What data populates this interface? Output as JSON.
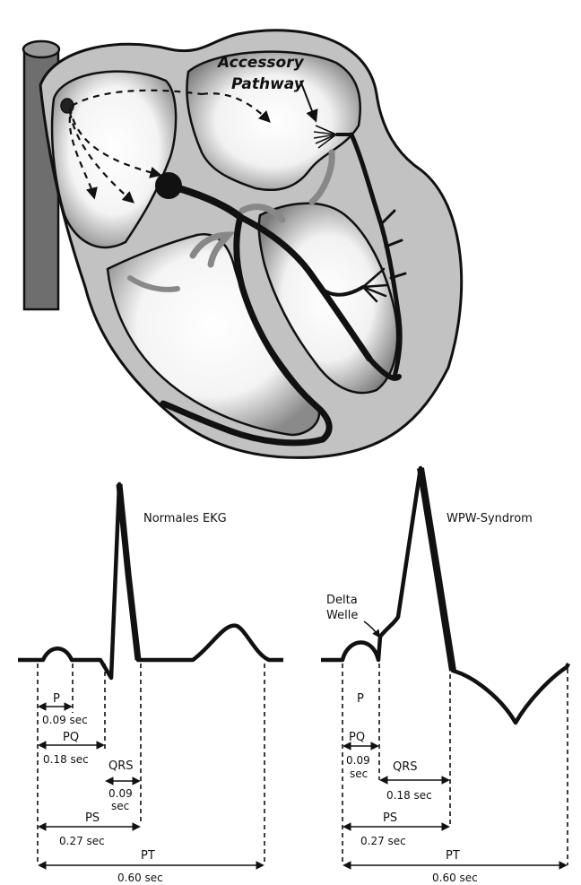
{
  "heart": {
    "accessory_label_line1": "Accessory",
    "accessory_label_line2": "Pathway"
  },
  "ekg_normal": {
    "title": "Normales EKG",
    "p": "P",
    "p_dur": "0.09 sec",
    "pq": "PQ",
    "pq_dur": "0.18 sec",
    "qrs": "QRS",
    "qrs_dur_1": "0.09",
    "qrs_dur_2": "sec",
    "ps": "PS",
    "ps_dur": "0.27 sec",
    "pt": "PT",
    "pt_dur": "0.60 sec"
  },
  "ekg_wpw": {
    "title": "WPW-Syndrom",
    "delta_1": "Delta",
    "delta_2": "Welle",
    "p": "P",
    "pq": "PQ",
    "pq_dur_1": "0.09",
    "pq_dur_2": "sec",
    "qrs": "QRS",
    "qrs_dur": "0.18 sec",
    "ps": "PS",
    "ps_dur": "0.27 sec",
    "pt": "PT",
    "pt_dur": "0.60 sec"
  },
  "colors": {
    "ink": "#111111",
    "heart_wall": "#bdbdbd",
    "vessel": "#6e6e6e"
  }
}
